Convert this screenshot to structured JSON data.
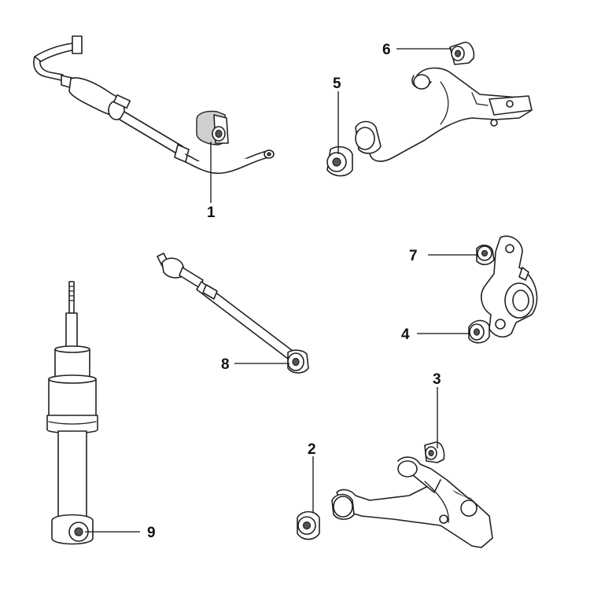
{
  "diagram": {
    "callouts": [
      {
        "id": "1",
        "label": "1"
      },
      {
        "id": "2",
        "label": "2"
      },
      {
        "id": "3",
        "label": "3"
      },
      {
        "id": "4",
        "label": "4"
      },
      {
        "id": "5",
        "label": "5"
      },
      {
        "id": "6",
        "label": "6"
      },
      {
        "id": "7",
        "label": "7"
      },
      {
        "id": "8",
        "label": "8"
      },
      {
        "id": "9",
        "label": "9"
      }
    ],
    "parts": [
      {
        "name": "stabilizer-bar",
        "callout": "1"
      },
      {
        "name": "upper-control-arm",
        "callout": "5"
      },
      {
        "name": "knuckle",
        "callout": "4"
      },
      {
        "name": "track-rod",
        "callout": "8"
      },
      {
        "name": "shock-absorber",
        "callout": "9"
      },
      {
        "name": "lower-control-arm",
        "callout": "2"
      }
    ],
    "colors": {
      "line": "#111111",
      "background": "#ffffff"
    }
  }
}
